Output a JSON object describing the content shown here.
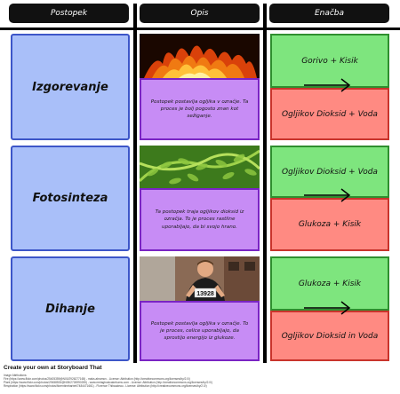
{
  "headers": {
    "col1": "Postopek",
    "col2": "Opis",
    "col3": "Enačba"
  },
  "rows": [
    {
      "name": "Izgorevanje",
      "description": "Postopek postavlja ogljika v ozračje. Ta proces je bolj pogosto znan kot sežiganje.",
      "reactants": "Gorivo + Kisik",
      "products": "Ogljikov Dioksid + Voda",
      "image": "fire-photo"
    },
    {
      "name": "Fotosinteza",
      "description": "Ta postopek traja ogljikov dioksid iz ozračja. To je proces rastline uporabljajo, da bi svojo hrano.",
      "reactants": "Ogljikov Dioksid + Voda",
      "products": "Glukoza + Kisik",
      "image": "fern-photo"
    },
    {
      "name": "Dihanje",
      "description": "Postopek postavlja ogljika v ozračje. To je proces, celice uporabljajo, da sprostijo energijo iz glukoze.",
      "reactants": "Glukoza + Kisik",
      "products": "Ogljikov Dioksid in Voda",
      "image": "runner-photo",
      "bib": "13928"
    }
  ],
  "footer": {
    "title": "Create your own at Storyboard That",
    "attributions": [
      "Image Attributions:",
      "Fire (https://www.flickr.com/photos/25405359@N00/2926277165) - maks.abramov - License: Attribution (http://creativecommons.org/licenses/by/2.0/)",
      "Plant (https://www.flickr.com/photos/29458533@N05/2726990255) - www.metaghostcakeburns.com - License: Attribution (http://creativecommons.org/licenses/by/2.0/)",
      "Respiration (https://www.flickr.com/photos/florentinebarbet/7484471661) - Florence Thibaudeau - License: Attribution (http://creativecommons.org/licenses/by/2.0/)"
    ]
  },
  "colors": {
    "name_fill": "#a9bff9",
    "desc_fill": "#c78cf5",
    "reactant_fill": "#7ee57e",
    "product_fill": "#ff8a82"
  }
}
